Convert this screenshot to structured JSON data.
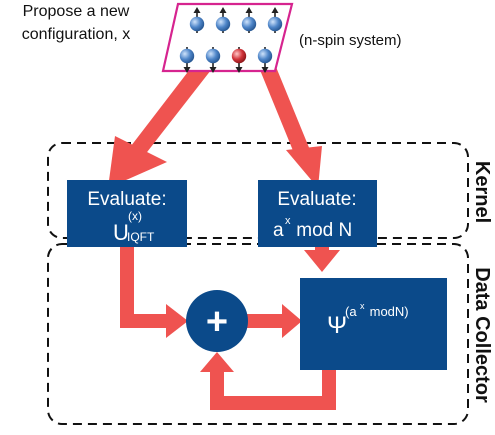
{
  "proposal": {
    "line1": "Propose a new",
    "line2": "configuration, x",
    "system_label": "(n-spin system)"
  },
  "kernel": {
    "label": "Kernel",
    "eval_left": {
      "title": "Evaluate:",
      "symbol": "U",
      "superscript": "(x)",
      "subscript": "IQFT"
    },
    "eval_right": {
      "title": "Evaluate:",
      "base": "a",
      "exponent": "x",
      "rest": " mod N"
    }
  },
  "collector": {
    "label": "Data Collector",
    "sum_symbol": "+",
    "psi": {
      "symbol": "Ψ",
      "exp_open": "(a",
      "exp_x": "x",
      "exp_close": " modN)"
    }
  },
  "colors": {
    "box_blue": "#0b4a8a",
    "arrow_red": "#ef5350",
    "frame_magenta": "#d6248f",
    "spin_blue": "#4f86c9",
    "spin_red": "#d1343a",
    "dashed": "#111111"
  },
  "spins": {
    "row1": [
      "up",
      "up",
      "up",
      "up"
    ],
    "row2": [
      "down",
      "down",
      "down",
      "down"
    ],
    "highlighted_index": 6
  }
}
